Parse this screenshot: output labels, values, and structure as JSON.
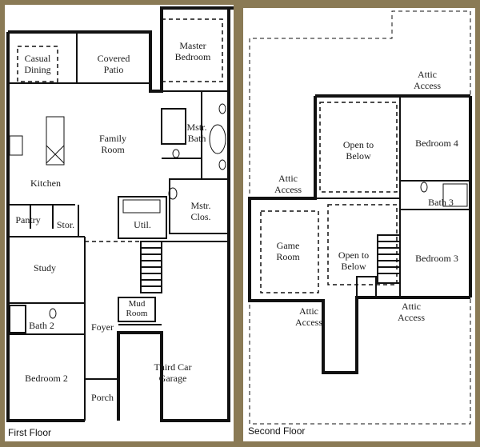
{
  "first_floor": {
    "title": "First Floor",
    "rooms": {
      "casual_dining": "Casual\nDining",
      "covered_patio": "Covered\nPatio",
      "master_bedroom": "Master\nBedroom",
      "family_room": "Family\nRoom",
      "mstr_bath": "Mstr.\nBath",
      "kitchen": "Kitchen",
      "mstr_clos": "Mstr.\nClos.",
      "pantry": "Pantry",
      "stor": "Stor.",
      "util": "Util.",
      "study": "Study",
      "mud_room": "Mud\nRoom",
      "bath_2": "Bath 2",
      "foyer": "Foyer",
      "bedroom_2": "Bedroom 2",
      "third_car_garage": "Third Car\nGarage",
      "porch": "Porch"
    }
  },
  "second_floor": {
    "title": "Second Floor",
    "rooms": {
      "attic_access_top": "Attic\nAccess",
      "open_to_below_1": "Open to\nBelow",
      "bedroom_4": "Bedroom 4",
      "attic_access_left": "Attic\nAccess",
      "bath_3": "Bath 3",
      "game_room": "Game\nRoom",
      "open_to_below_2": "Open to\nBelow",
      "bedroom_3": "Bedroom 3",
      "attic_access_mid": "Attic\nAccess",
      "attic_access_right": "Attic\nAccess"
    }
  },
  "colors": {
    "frame": "#8a7a55",
    "wall": "#111111",
    "paper": "#ffffff"
  }
}
